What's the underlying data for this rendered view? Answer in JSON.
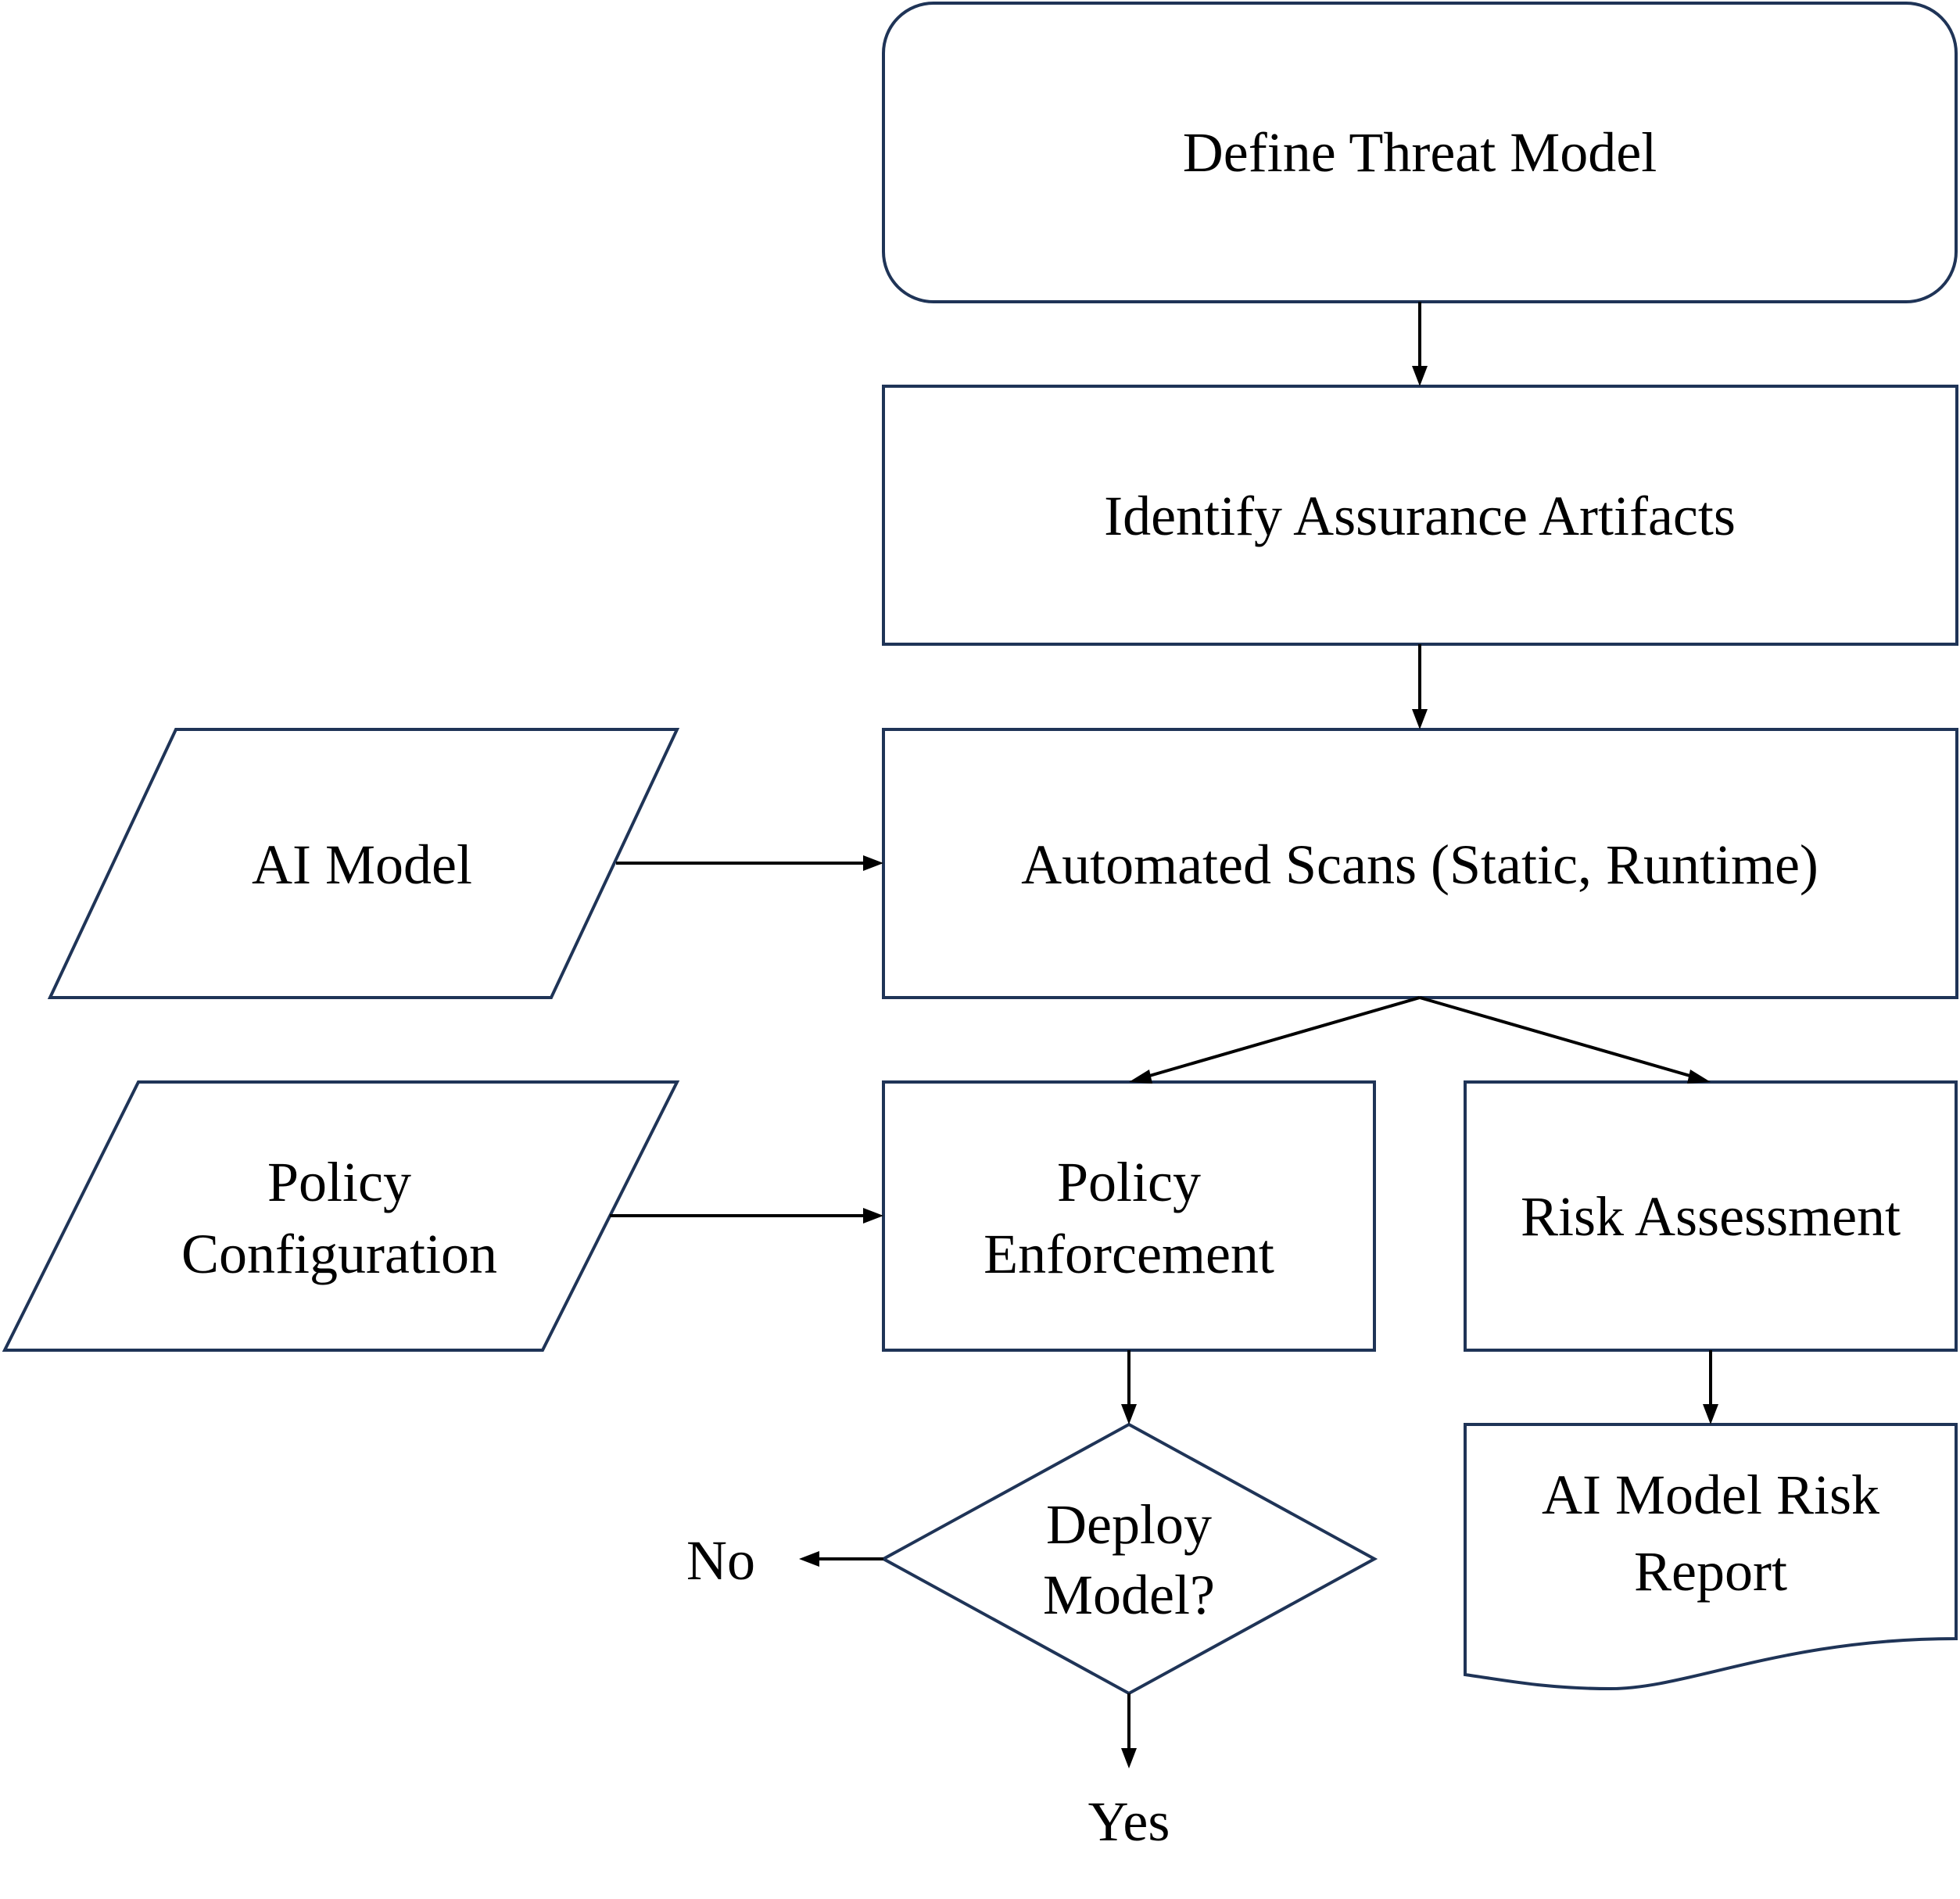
{
  "nodes": {
    "define_threat_model": "Define Threat Model",
    "identify_assurance_artifacts": "Identify Assurance Artifacts",
    "automated_scans": "Automated Scans (Static, Runtime)",
    "ai_model": "AI Model",
    "policy_configuration": [
      "Policy",
      "Configuration"
    ],
    "policy_enforcement": [
      "Policy",
      "Enforcement"
    ],
    "risk_assessment": "Risk Assessment",
    "deploy_model": [
      "Deploy",
      "Model?"
    ],
    "risk_report": [
      "AI Model Risk",
      "Report"
    ]
  },
  "outcomes": {
    "no": "No",
    "yes": "Yes"
  },
  "colors": {
    "shape_stroke": "#1f3457",
    "connector": "#000000",
    "text": "#000000",
    "background": "#ffffff"
  }
}
